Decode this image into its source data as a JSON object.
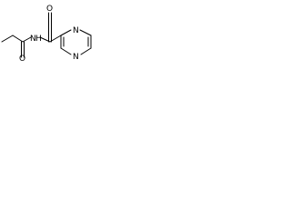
{
  "molecule": {
    "atoms": {
      "carbonyl_oxygen_left": "O",
      "amide_nitrogen": "N",
      "amide_hydrogen": "H",
      "carbonyl_oxygen_right": "O",
      "ring_nitrogen_top": "N",
      "ring_nitrogen_bottom": "N"
    },
    "colors": {
      "bond": "#000000",
      "label": "#000000",
      "background": "#ffffff"
    }
  }
}
